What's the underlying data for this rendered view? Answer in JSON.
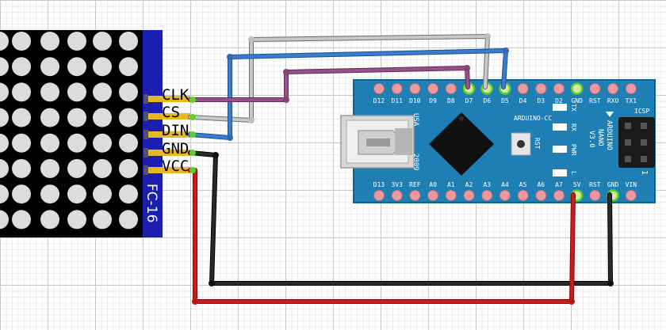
{
  "module": {
    "pins": [
      "CLK",
      "CS",
      "DIN",
      "GND",
      "VCC"
    ],
    "side_label": "FC-16"
  },
  "arduino": {
    "top_pins": [
      "D12",
      "D11",
      "D10",
      "D9",
      "D8",
      "D7",
      "D6",
      "D5",
      "D4",
      "D3",
      "D2",
      "GND",
      "RST",
      "RXO",
      "TX1"
    ],
    "bottom_pins": [
      "D13",
      "3V3",
      "REF",
      "A0",
      "A1",
      "A2",
      "A3",
      "A4",
      "A5",
      "A6",
      "A7",
      "5V",
      "RST",
      "GND",
      "VIN"
    ],
    "usb_label": "USA",
    "year_label": "2009",
    "brand_label": "ARDUINO-CC",
    "title_lines": [
      "ARDUINO",
      "NANO",
      "V3.0"
    ],
    "rst_label": "RST",
    "led_labels": [
      "TX",
      "RX",
      "PWR",
      "L"
    ],
    "icsp_label": "ICSP",
    "icsp_pin_one": "1"
  },
  "colors": {
    "board": "#1E7FB5",
    "module_strip": "#1A1FB0",
    "wire_clk": "#9B4E8C",
    "wire_cs": "#C8C8C8",
    "wire_din": "#3A7CD0",
    "wire_gnd": "#1A1A1A",
    "wire_vcc": "#D01A1A"
  }
}
